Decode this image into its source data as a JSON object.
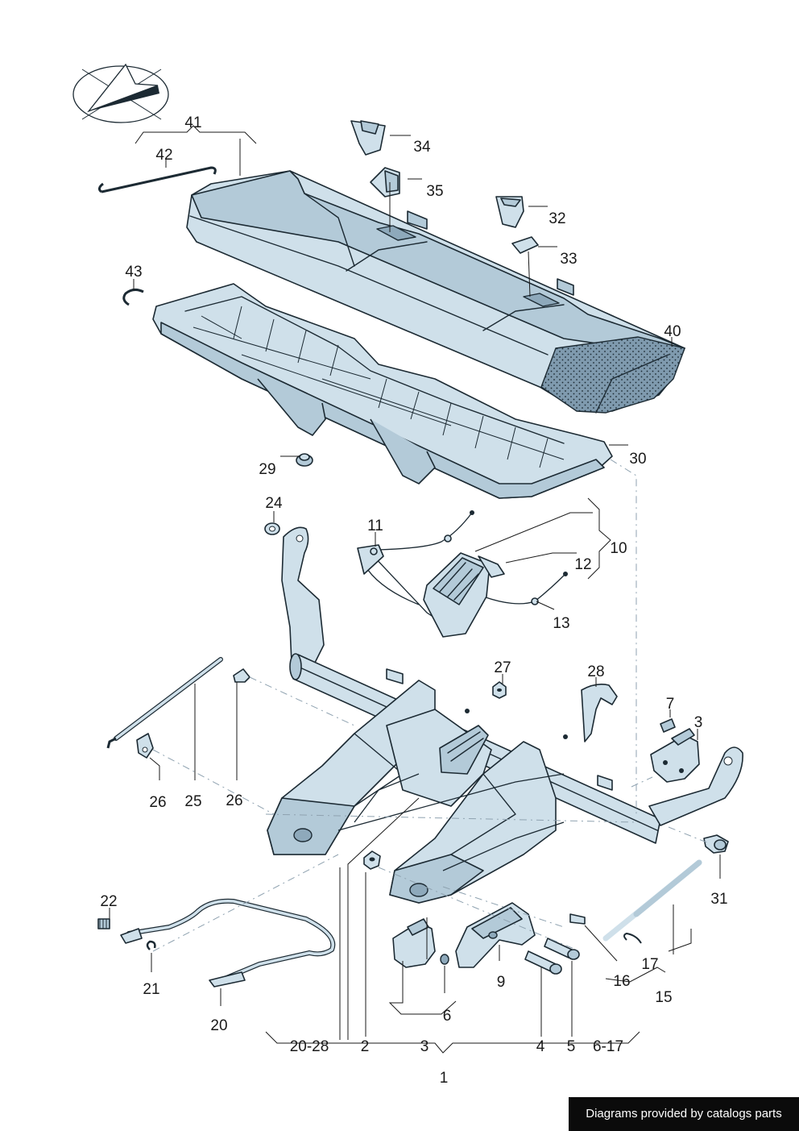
{
  "labels": {
    "l1": "1",
    "l2": "2",
    "l3a": "3",
    "l3b": "3",
    "l4": "4",
    "l5": "5",
    "l6": "6",
    "l7": "7",
    "l9": "9",
    "l10": "10",
    "l11": "11",
    "l12": "12",
    "l13": "13",
    "l15": "15",
    "l16": "16",
    "l17": "17",
    "l20": "20",
    "l21": "21",
    "l22": "22",
    "l24": "24",
    "l25": "25",
    "l26a": "26",
    "l26b": "26",
    "l27": "27",
    "l28": "28",
    "l29": "29",
    "l30": "30",
    "l31": "31",
    "l32": "32",
    "l33": "33",
    "l34": "34",
    "l35": "35",
    "l40": "40",
    "l41": "41",
    "l42": "42",
    "l43": "43",
    "g2028": "20-28",
    "g2": "2",
    "g3": "3",
    "g4": "4",
    "g5": "5",
    "g617": "6-17"
  },
  "credit": "Diagrams provided by catalogs parts",
  "colors": {
    "part_fill": "#cfe0ea",
    "part_shade": "#b3cad8",
    "outline": "#1c2a33",
    "foam": "#7f9aae"
  },
  "icons": {
    "orientation": "compass-arrow-icon"
  }
}
